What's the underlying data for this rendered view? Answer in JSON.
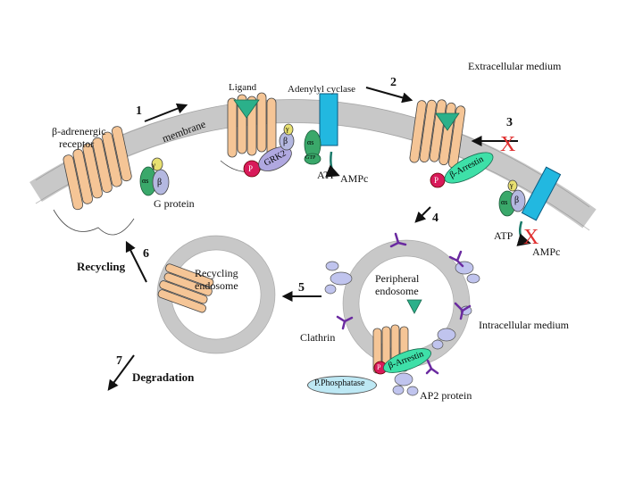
{
  "labels": {
    "extracellular": "Extracellular medium",
    "intracellular": "Intracellular medium",
    "receptor_line1": "β-adrenergic",
    "receptor_line2": "receptor",
    "membrane": "membrane",
    "ligand": "Ligand",
    "adenylyl": "Adenylyl cyclase",
    "g_protein": "G protein",
    "atp1": "ATP",
    "ampc1": "AMPc",
    "atp2": "ATP",
    "ampc2": "AMPc",
    "grk2": "GRK2",
    "arrestin1": "β-Arrestin",
    "arrestin2": "β-Arrestin",
    "peripheral_line1": "Peripheral",
    "peripheral_line2": "endosome",
    "recycling_endo_line1": "Recycling",
    "recycling_endo_line2": "endosome",
    "recycling": "Recycling",
    "degradation": "Degradation",
    "clathrin": "Clathrin",
    "phosphatase": "P.Phosphatase",
    "ap2": "AP2 protein",
    "gamma": "γ",
    "beta": "β",
    "alpha_s": "αs",
    "gtp": "GTP",
    "p": "P",
    "x_mark": "X"
  },
  "steps": [
    "1",
    "2",
    "3",
    "4",
    "5",
    "6",
    "7"
  ],
  "colors": {
    "membrane": "#c8c8c8",
    "receptor": "#f5c596",
    "ligand": "#2bb08a",
    "adenylyl": "#22b8e0",
    "alpha": "#3aa86a",
    "beta": "#b4b8e0",
    "gamma": "#e8e070",
    "grk2": "#b0a8e0",
    "arrestin": "#3ee0a8",
    "phospho": "#d81a5a",
    "clathrin": "#6a2aa0",
    "ap2": "#c0c4ee",
    "phosphatase": "#bde8f4",
    "x_red": "#e03030"
  }
}
